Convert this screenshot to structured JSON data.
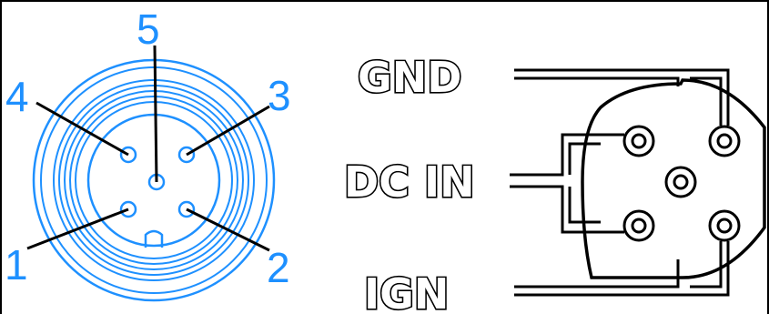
{
  "connector_pinout": {
    "pin_numbers": [
      "5",
      "4",
      "3",
      "1",
      "2"
    ]
  },
  "signal_connector": {
    "labels": {
      "gnd": "GND",
      "dc_in": "DC IN",
      "ign": "IGN"
    }
  },
  "colors": {
    "connector": "#1e90ff",
    "line": "#000000",
    "frame": "#000000",
    "background": "#ffffff"
  }
}
